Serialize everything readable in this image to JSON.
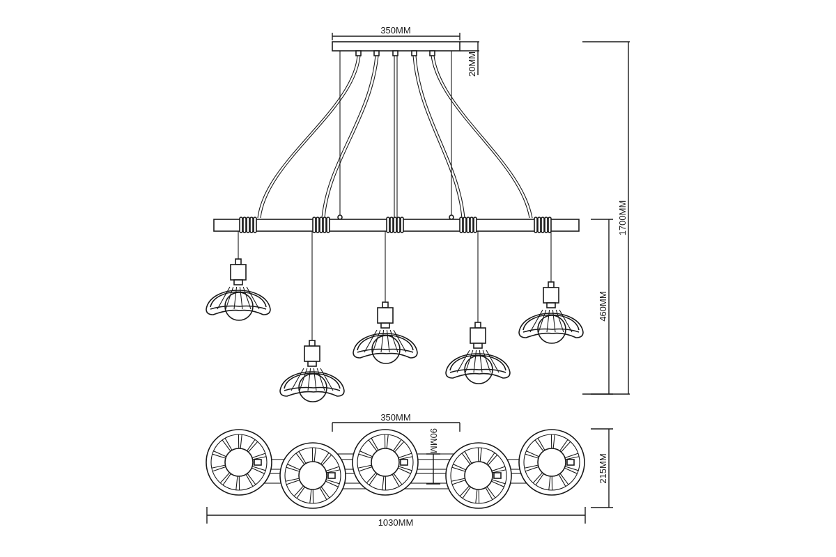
{
  "dimensions": {
    "canopy_width": "350MM",
    "canopy_height": "20MM",
    "total_height": "1700MM",
    "drop_height": "460MM",
    "top_view_center": "350MM",
    "top_view_bar": "90MM",
    "top_view_depth": "215MM",
    "overall_width": "1030MM"
  },
  "colors": {
    "line": "#1a1a1a",
    "background": "#ffffff"
  }
}
